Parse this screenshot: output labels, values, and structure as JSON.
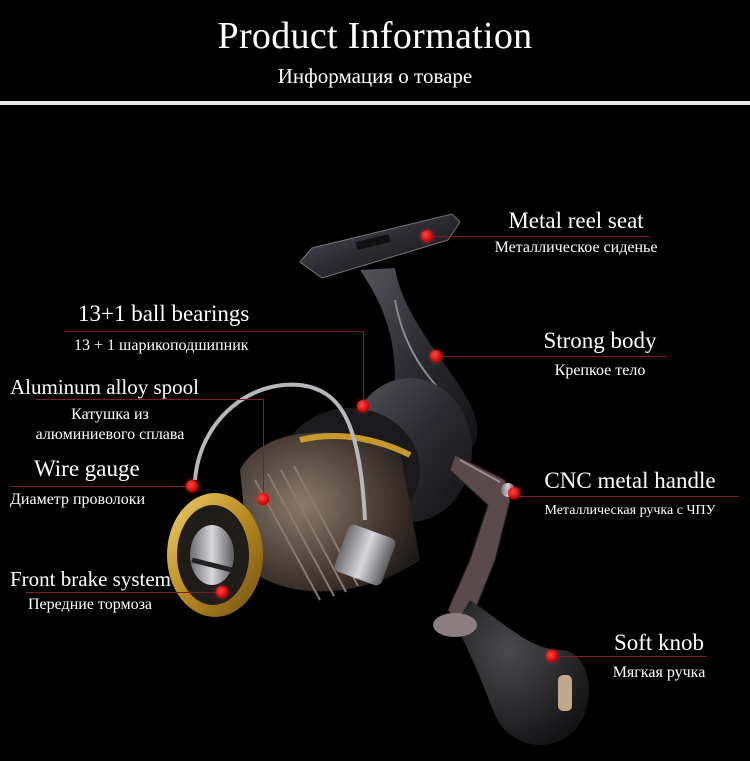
{
  "header": {
    "title": "Product Information",
    "subtitle": "Информация о товаре"
  },
  "features": {
    "reel_seat": {
      "en": "Metal reel seat",
      "ru": "Металлическое сиденье"
    },
    "body": {
      "en": "Strong body",
      "ru": "Крепкое тело"
    },
    "handle": {
      "en": "CNC metal handle",
      "ru": "Металлическая ручка с ЧПУ"
    },
    "knob": {
      "en": "Soft knob",
      "ru": "Мягкая ручка"
    },
    "bearings": {
      "en": "13+1 ball bearings",
      "ru": "13 + 1 шарикоподшипник"
    },
    "spool": {
      "en": "Aluminum alloy spool",
      "ru_line1": "Катушка из",
      "ru_line2": "алюминиевого сплава"
    },
    "wire": {
      "en": "Wire gauge",
      "ru": "Диаметр проволоки"
    },
    "brake": {
      "en": "Front brake system",
      "ru": "Передние тормоза"
    }
  },
  "colors": {
    "accent_dot": "#d40000",
    "leader_line": "#7a1f24",
    "spool_gold": "#c89a2e",
    "body_dark": "#2a2a2e"
  }
}
